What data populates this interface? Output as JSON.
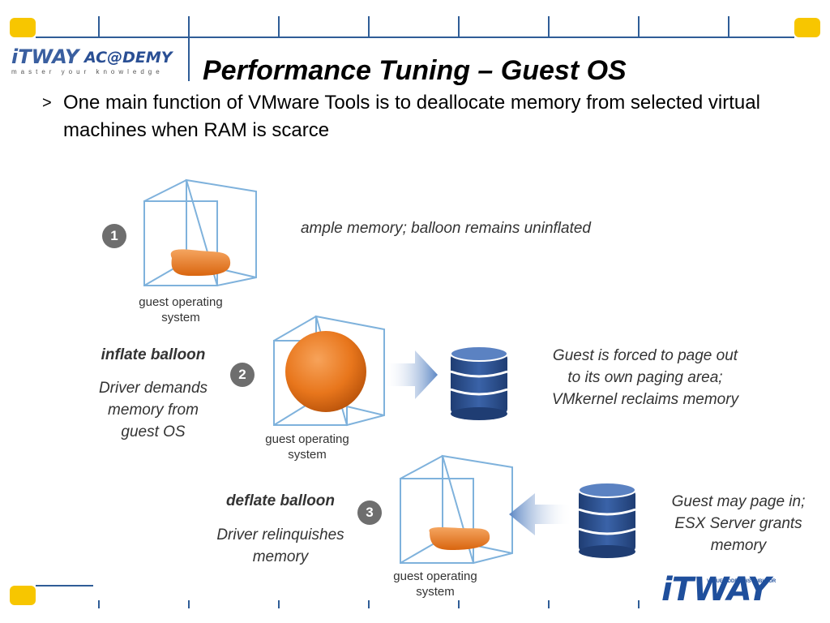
{
  "slide": {
    "title": "Performance Tuning – Guest OS",
    "bullet_marker": ">",
    "bullet_text": "One main function of VMware Tools is to deallocate memory from selected virtual machines when RAM is scarce"
  },
  "header_logo": {
    "brand": "iTWAY",
    "academy": "AC@DEMY",
    "tagline": "master your knowledge"
  },
  "footer_logo": {
    "brand": "iTWAY",
    "tagline": "VALUE ADDED DISTRIBUTOR"
  },
  "steps": [
    {
      "number": "1",
      "caption_line1": "guest operating",
      "caption_line2": "system",
      "description": "ample memory; balloon remains uninflated"
    },
    {
      "number": "2",
      "caption_line1": "guest operating",
      "caption_line2": "system",
      "action_title": "inflate balloon",
      "action_line1": "Driver demands",
      "action_line2": "memory from",
      "action_line3": "guest OS",
      "result_line1": "Guest is forced to page out",
      "result_line2": "to its own paging area;",
      "result_line3": "VMkernel reclaims memory"
    },
    {
      "number": "3",
      "caption_line1": "guest operating",
      "caption_line2": "system",
      "action_title": "deflate balloon",
      "action_line1": "Driver relinquishes",
      "action_line2": "memory",
      "result_line1": "Guest may page in;",
      "result_line2": "ESX Server grants",
      "result_line3": "memory"
    }
  ],
  "colors": {
    "accent_yellow": "#f7c600",
    "frame_line": "#2f5d97",
    "cube_line": "#6fa8d6",
    "balloon_orange": "#e8761c",
    "disk_blue": "#2b4f8c",
    "arrow_blue": "#6d94c8"
  }
}
